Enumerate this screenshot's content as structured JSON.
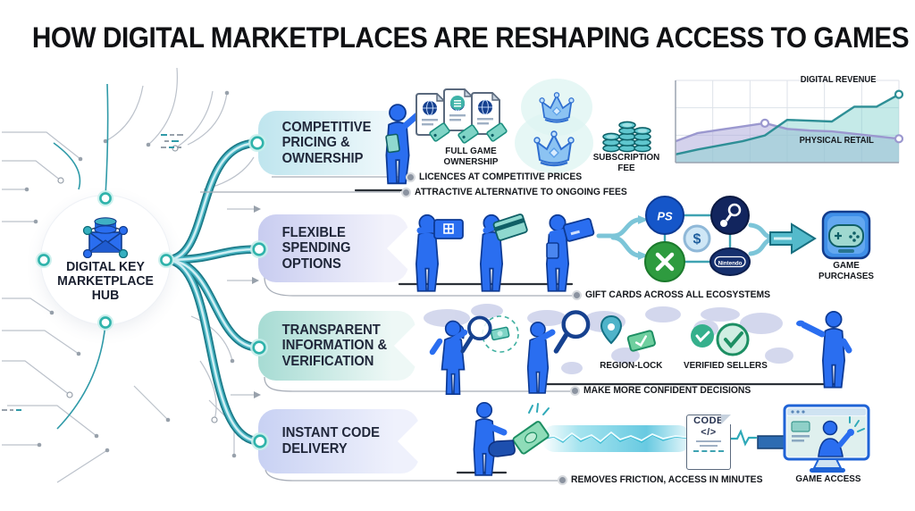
{
  "title": "HOW DIGITAL MARKETPLACES ARE RESHAPING ACCESS TO GAMES",
  "hub": {
    "label": "DIGITAL KEY MARKETPLACE HUB",
    "icon": "marketplace-hub-icon"
  },
  "sections": [
    {
      "label": "COMPETITIVE PRICING & OWNERSHIP",
      "captions": {
        "full_game_ownership": "FULL GAME OWNERSHIP",
        "subscription_fee": "SUBSCRIPTION FEE"
      },
      "bullets": [
        "LICENCES AT COMPETITIVE PRICES",
        "ATTRACTIVE ALTERNATIVE TO ONGOING FEES"
      ]
    },
    {
      "label": "FLEXIBLE SPENDING OPTIONS",
      "captions": {
        "game_purchases": "GAME PURCHASES"
      },
      "platforms": [
        "playstation",
        "steam",
        "xbox",
        "nintendo"
      ],
      "playstation_mark": "PS",
      "nintendo_wordmark": "Nintendo",
      "currency_symbol": "$",
      "bullets": [
        "GIFT CARDS ACROSS ALL ECOSYSTEMS"
      ]
    },
    {
      "label": "TRANSPARENT INFORMATION & VERIFICATION",
      "captions": {
        "region_lock": "REGION-LOCK",
        "verified_sellers": "VERIFIED SELLERS"
      },
      "bullets": [
        "MAKE MORE CONFIDENT DECISIONS"
      ]
    },
    {
      "label": "INSTANT CODE DELIVERY",
      "captions": {
        "game_access": "GAME ACCESS"
      },
      "code_document": {
        "line1": "CODE",
        "line2": "</>"
      },
      "bullets": [
        "REMOVES FRICTION, ACCESS IN MINUTES"
      ]
    }
  ],
  "chart_data": {
    "type": "area",
    "x": [
      0,
      1,
      2,
      3,
      4,
      5,
      6,
      7,
      8,
      9,
      10
    ],
    "series": [
      {
        "name": "DIGITAL REVENUE",
        "color": "#2e8f96",
        "fill": "rgba(127,209,203,0.45)",
        "values": [
          10,
          16,
          21,
          26,
          33,
          52,
          51,
          50,
          68,
          68,
          83
        ]
      },
      {
        "name": "PHYSICAL RETAIL",
        "color": "#9b98cf",
        "fill": "rgba(176,173,221,0.55)",
        "values": [
          26,
          36,
          40,
          44,
          48,
          41,
          39,
          38,
          35,
          32,
          29
        ]
      }
    ],
    "markers": [
      {
        "series": 1,
        "index": 4
      },
      {
        "series": 0,
        "index": 10
      },
      {
        "series": 1,
        "index": 10
      }
    ],
    "grid": true,
    "ylim": [
      0,
      100
    ],
    "legend_position": "inline-right"
  },
  "colors": {
    "accent_teal": "#2fa9b8",
    "person_blue": "#2a6ef0",
    "verified_green": "#2ea878",
    "lavender": "#c9cee9",
    "title_text": "#101114"
  }
}
